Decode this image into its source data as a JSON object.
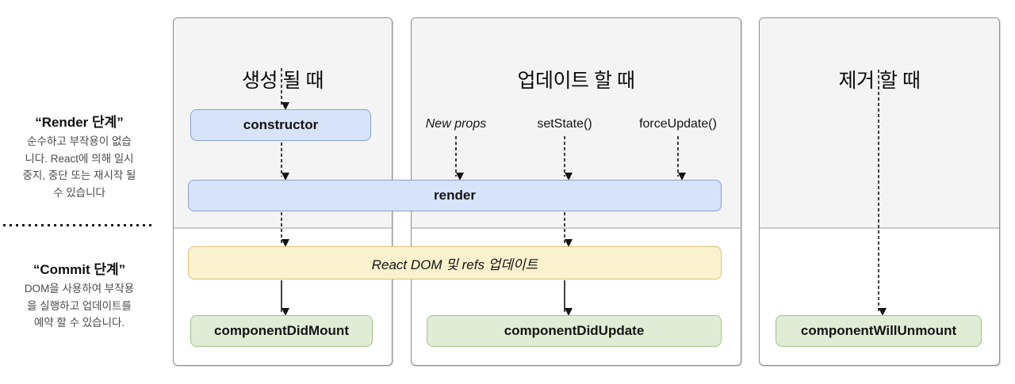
{
  "sidebar": {
    "render_phase": {
      "title": "“Render 단계”",
      "description": "순수하고 부작용이 없습\n니다. React에 의해 일시\n중지, 중단 또는 재시작 될\n수 있습니다"
    },
    "commit_phase": {
      "title": "“Commit 단계”",
      "description": "DOM을 사용하여 부작용\n을 실행하고 업데이트를\n예약 할 수 있습니다."
    }
  },
  "columns": {
    "mounting": {
      "title": "생성 될 때"
    },
    "updating": {
      "title": "업데이트 할 때",
      "triggers": [
        "New props",
        "setState()",
        "forceUpdate()"
      ]
    },
    "unmounting": {
      "title": "제거 할 때"
    }
  },
  "boxes": {
    "constructor": "constructor",
    "render": "render",
    "react_dom_update": "React DOM 및 refs 업데이트",
    "component_did_mount": "componentDidMount",
    "component_did_update": "componentDidUpdate",
    "component_will_unmount": "componentWillUnmount"
  },
  "colors": {
    "panel_bg": "#f4f4f4",
    "panel_border": "#8c8c8c",
    "phase_divider": "#cbcbcb",
    "blue_fill": "#d7e3f8",
    "blue_border": "#8aa0ce",
    "yellow_fill": "#faf1ce",
    "yellow_border": "#d8c27c",
    "green_fill": "#e0ecd5",
    "green_border": "#a5c189",
    "arrow": "#141414"
  }
}
